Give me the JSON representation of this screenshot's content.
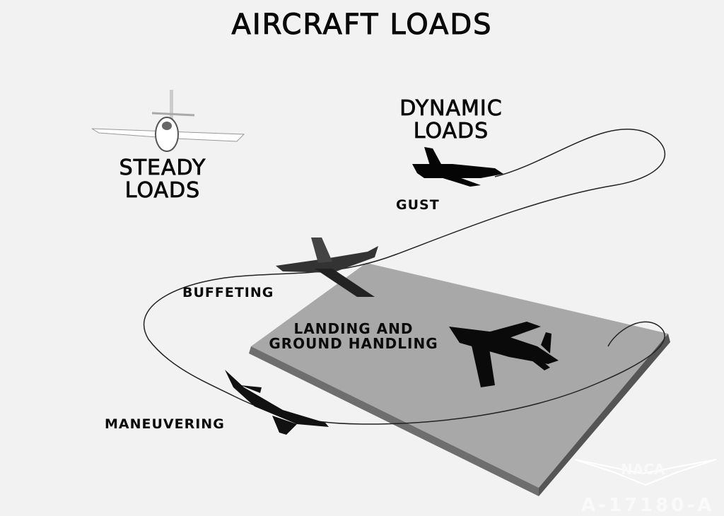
{
  "title": "AIRCRAFT LOADS",
  "labels": {
    "steady_line1": "STEADY",
    "steady_line2": "LOADS",
    "dynamic_line1": "DYNAMIC",
    "dynamic_line2": "LOADS",
    "gust": "GUST",
    "buffeting": "BUFFETING",
    "landing_line1": "LANDING AND",
    "landing_line2": "GROUND HANDLING",
    "maneuvering": "MANEUVERING"
  },
  "watermark": {
    "logo_text": "NACA",
    "code": "A-17180-A"
  }
}
